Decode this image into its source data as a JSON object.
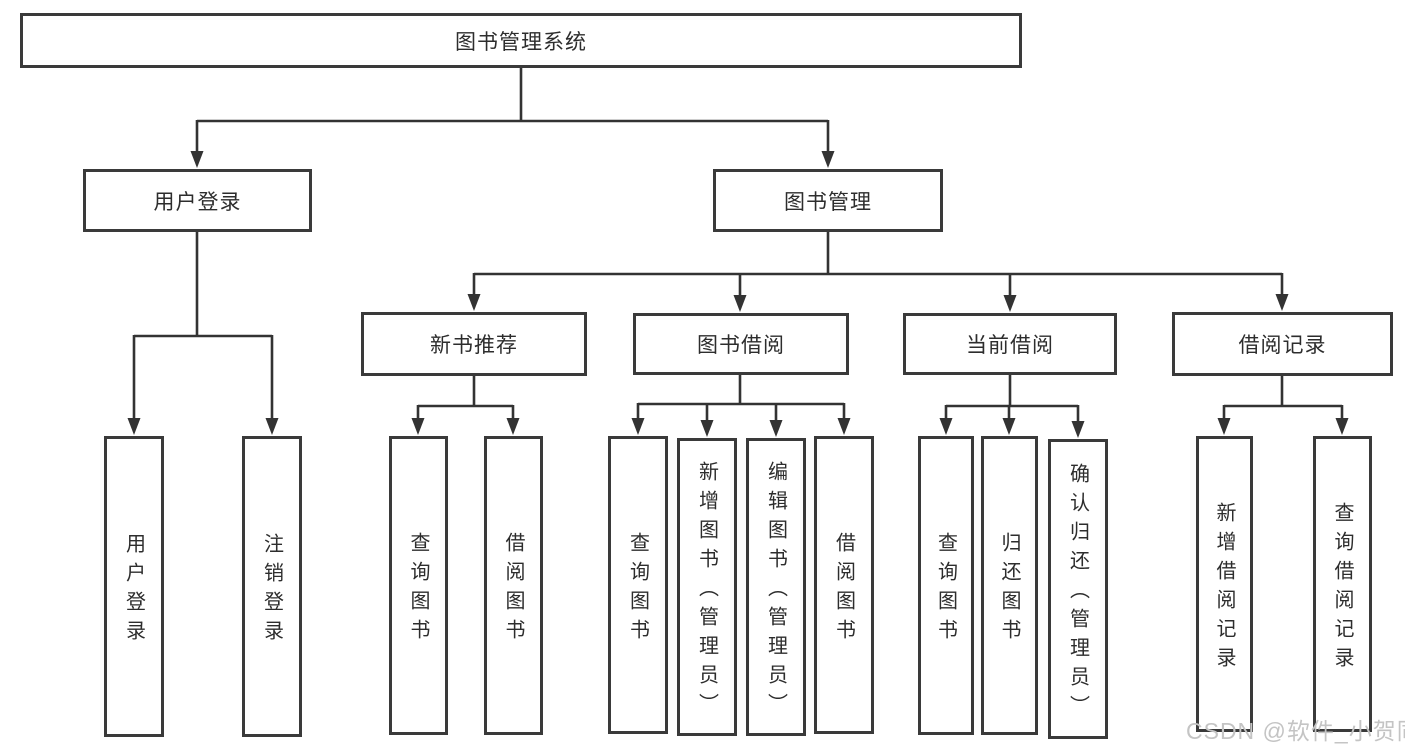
{
  "diagram": {
    "type": "hierarchy-flowchart",
    "watermark": "CSDN @软件_小贺同学",
    "colors": {
      "border": "#3a3a3a",
      "line": "#333333",
      "text": "#2d2d2d",
      "background": "#ffffff",
      "watermark": "#c4c4c4"
    },
    "nodes": {
      "root": {
        "label": "图书管理系统"
      },
      "user_login": {
        "label": "用户登录"
      },
      "book_mgmt": {
        "label": "图书管理"
      },
      "login_user": {
        "label": "用户登录"
      },
      "login_logout": {
        "label": "注销登录"
      },
      "new_rec": {
        "label": "新书推荐"
      },
      "book_borrow": {
        "label": "图书借阅"
      },
      "cur_borrow": {
        "label": "当前借阅"
      },
      "borrow_log": {
        "label": "借阅记录"
      },
      "rec_query_books": {
        "label": "查询图书"
      },
      "rec_borrow_books": {
        "label": "借阅图书"
      },
      "bb_query_books": {
        "label": "查询图书"
      },
      "bb_add_books": {
        "label": "新增图书（管理员）"
      },
      "bb_edit_books": {
        "label": "编辑图书（管理员）"
      },
      "bb_borrow_books": {
        "label": "借阅图书"
      },
      "cb_query_books": {
        "label": "查询图书"
      },
      "cb_return_books": {
        "label": "归还图书"
      },
      "cb_confirm_return": {
        "label": "确认归还（管理员）"
      },
      "log_add_record": {
        "label": "新增借阅记录"
      },
      "log_query_record": {
        "label": "查询借阅记录"
      }
    },
    "edges": [
      "root->user_login",
      "root->book_mgmt",
      "user_login->login_user",
      "user_login->login_logout",
      "book_mgmt->new_rec",
      "book_mgmt->book_borrow",
      "book_mgmt->cur_borrow",
      "book_mgmt->borrow_log",
      "new_rec->rec_query_books",
      "new_rec->rec_borrow_books",
      "book_borrow->bb_query_books",
      "book_borrow->bb_add_books",
      "book_borrow->bb_edit_books",
      "book_borrow->bb_borrow_books",
      "cur_borrow->cb_query_books",
      "cur_borrow->cb_return_books",
      "cur_borrow->cb_confirm_return",
      "borrow_log->log_add_record",
      "borrow_log->log_query_record"
    ]
  }
}
